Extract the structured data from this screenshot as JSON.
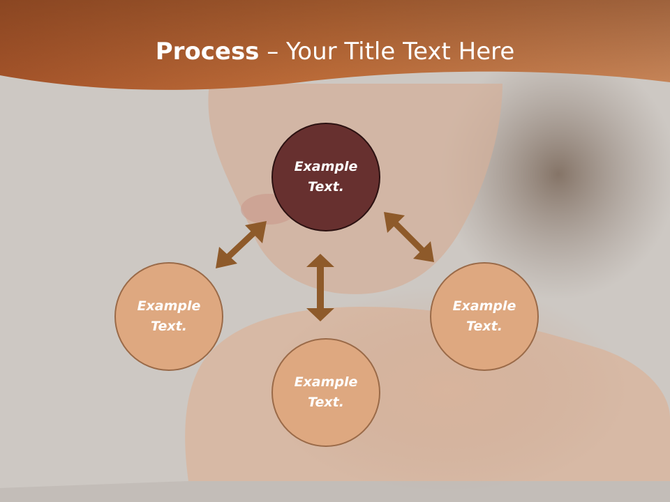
{
  "title": {
    "bold": "Process",
    "rest": " – Your Title Text Here"
  },
  "nodes": {
    "center": {
      "line1": "Example",
      "line2": "Text."
    },
    "left": {
      "line1": "Example",
      "line2": "Text."
    },
    "bottom": {
      "line1": "Example",
      "line2": "Text."
    },
    "right": {
      "line1": "Example",
      "line2": "Text."
    }
  },
  "colors": {
    "banner": "#b8693a",
    "center_fill": "#67302f",
    "outer_fill": "#dea880",
    "arrow": "#8e5a2a"
  }
}
